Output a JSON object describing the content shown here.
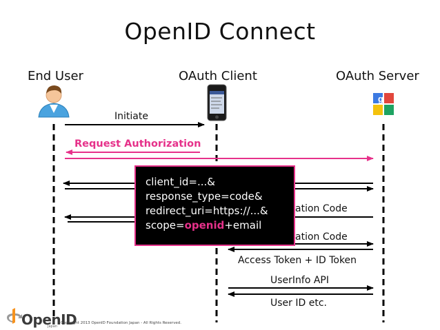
{
  "title": "OpenID Connect",
  "actors": {
    "end_user": "End User",
    "client": "OAuth Client",
    "server": "OAuth Server"
  },
  "messages": {
    "initiate": "Initiate",
    "request_authorization": "Request Authorization",
    "authorization_code_1": "ation Code",
    "authorization_code_2": "ation Code",
    "access_token": "Access Token + ID Token",
    "userinfo_api": "UserInfo API",
    "user_id": "User ID etc."
  },
  "params": {
    "line1": "client_id=...&",
    "line2": "response_type=code&",
    "line3": "redirect_uri=https://...&",
    "line4_prefix": "scope=",
    "line4_highlight": "openid",
    "line4_suffix": "+email"
  },
  "footer": {
    "logo_text": "OpenID",
    "logo_sub": "Japan",
    "copyright": "Copyright 2013 OpenID Foundation Japan - All Rights Reserved."
  },
  "colors": {
    "accent": "#e6318a",
    "box_bg": "#000000",
    "line": "#000000"
  }
}
